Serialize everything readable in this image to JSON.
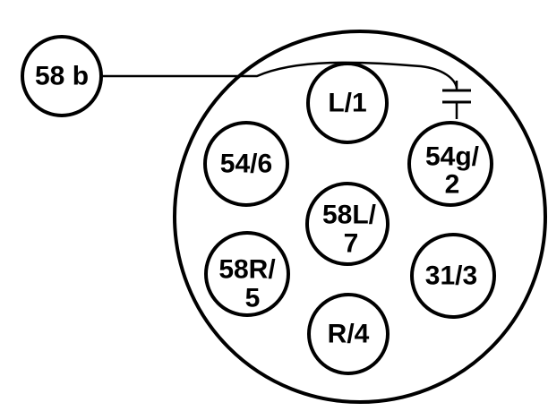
{
  "colors": {
    "stroke": "#000000",
    "background": "#ffffff"
  },
  "external_terminal": {
    "label": "58 b"
  },
  "pins": [
    {
      "id": "l1",
      "lines": [
        "L/1"
      ]
    },
    {
      "id": "54g2",
      "lines": [
        "54g/",
        "2"
      ]
    },
    {
      "id": "313",
      "lines": [
        "31/3"
      ]
    },
    {
      "id": "r4",
      "lines": [
        "R/4"
      ]
    },
    {
      "id": "58r5",
      "lines": [
        "58R/",
        "5"
      ]
    },
    {
      "id": "546",
      "lines": [
        "54/6"
      ]
    },
    {
      "id": "58l7",
      "lines": [
        "58L/",
        "7"
      ]
    }
  ]
}
